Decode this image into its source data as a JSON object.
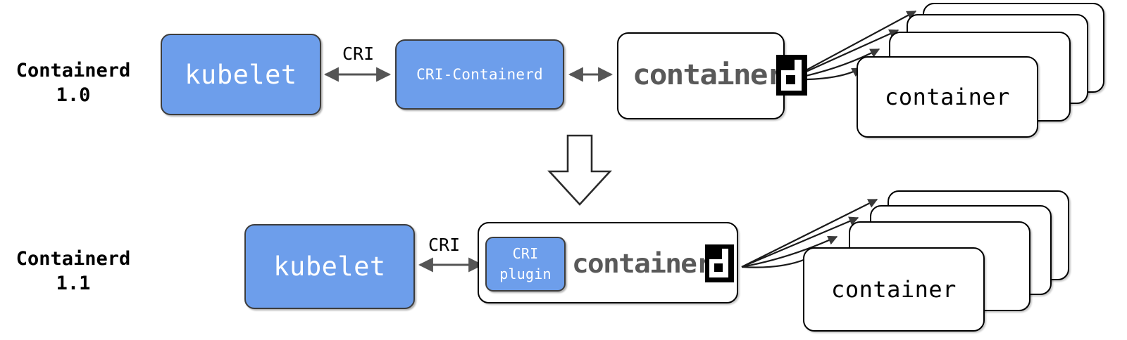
{
  "diagram": {
    "title": "Containerd CRI architecture evolution",
    "background": "#ffffff",
    "accent_blue": "#6d9eeb",
    "logo_gray": "#595959",
    "arrow_gray": "#555555",
    "outline_black": "#000000"
  },
  "rows": [
    {
      "id": "row-1-0",
      "label": "Containerd\n1.0",
      "nodes": {
        "kubelet": "kubelet",
        "cri_containerd": "CRI-Containerd",
        "containerd_logo_word": "container",
        "containerd_logo_mark": "d",
        "container": "container"
      },
      "edges": [
        {
          "from": "kubelet",
          "to": "cri_containerd",
          "label": "CRI",
          "style": "double-arrow"
        },
        {
          "from": "cri_containerd",
          "to": "containerd",
          "label": "",
          "style": "double-arrow"
        },
        {
          "from": "containerd",
          "to": "containers",
          "label": "",
          "style": "fan-arrow",
          "count": 4
        }
      ],
      "container_stack_count": 4
    },
    {
      "id": "row-1-1",
      "label": "Containerd\n1.1",
      "nodes": {
        "kubelet": "kubelet",
        "cri_plugin": "CRI\nplugin",
        "containerd_logo_word": "container",
        "containerd_logo_mark": "d",
        "container": "container"
      },
      "edges": [
        {
          "from": "kubelet",
          "to": "cri_plugin",
          "label": "CRI",
          "style": "double-arrow"
        },
        {
          "from": "containerd",
          "to": "containers",
          "label": "",
          "style": "fan-arrow",
          "count": 4
        }
      ],
      "container_stack_count": 4
    }
  ],
  "transition": {
    "name": "down-block-arrow",
    "label": ""
  }
}
